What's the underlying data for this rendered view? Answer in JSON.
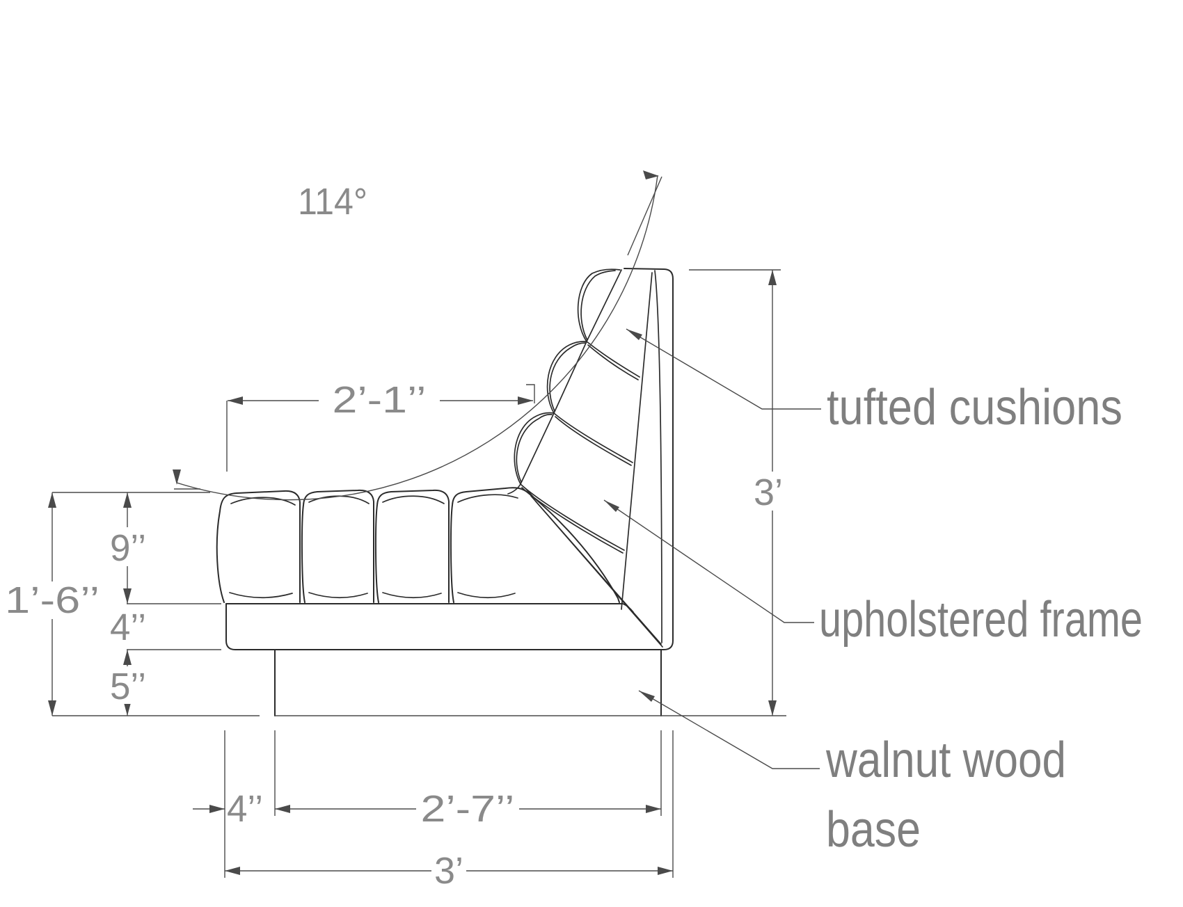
{
  "dimensions": {
    "back_angle": "114°",
    "seat_depth": "2’-1’’",
    "seat_cushion_height": "9’’",
    "seat_total_height": "1’-6’’",
    "frame_rail_height": "4’’",
    "base_height": "5’’",
    "overall_height": "3’",
    "base_front_inset": "4’’",
    "base_length": "2’-7’’",
    "overall_depth": "3’"
  },
  "labels": {
    "tufted_cushions": "tufted cushions",
    "upholstered_frame": "upholstered frame",
    "walnut_base_line1": "walnut wood",
    "walnut_base_line2": "base"
  },
  "colors": {
    "background": "#ffffff",
    "drawing_line": "#2b2b2b",
    "dimension_line": "#4a4a4a",
    "dimension_text": "#8a8a8a",
    "label_text": "#7f7f7f"
  }
}
